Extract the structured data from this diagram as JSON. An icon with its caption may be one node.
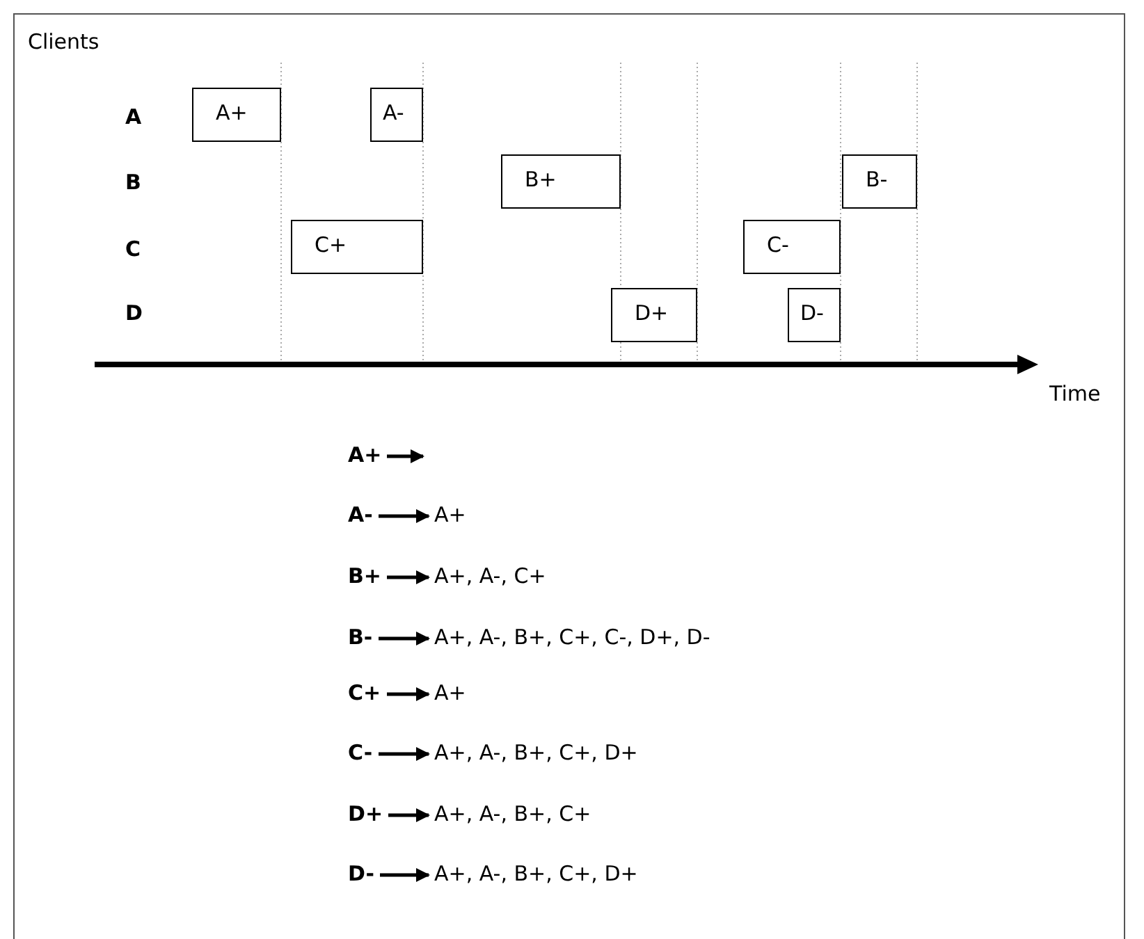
{
  "diagram": {
    "nodes": [
      {
        "text": [
          "A+"
        ]
      },
      {
        "text": [
          "A-"
        ]
      },
      {
        "text": [
          "B+"
        ]
      },
      {
        "text": [
          "B-"
        ]
      },
      {
        "text": [
          "C+"
        ]
      },
      {
        "text": [
          "C-"
        ]
      },
      {
        "text": [
          "D+"
        ]
      },
      {
        "text": [
          "D-"
        ]
      },
      {
        "text": [
          "A+"
        ]
      },
      {
        "text": [
          "A-"
        ]
      },
      {
        "text": [
          "A+"
        ]
      },
      {
        "text": [
          "B+"
        ]
      },
      {
        "text": [
          "A+, A-, C+"
        ]
      },
      {
        "text": [
          "B-"
        ]
      },
      {
        "text": [
          "A+, A-, B+, C+, C-, D+, D-"
        ]
      },
      {
        "text": [
          "C+"
        ]
      },
      {
        "text": [
          "A+"
        ]
      },
      {
        "text": [
          "C-"
        ]
      },
      {
        "text": [
          "A+, A-, B+, C+, D+"
        ]
      },
      {
        "text": [
          "D+"
        ]
      },
      {
        "text": [
          "A+, A-, B+, C+"
        ]
      },
      {
        "text": [
          "D-"
        ]
      },
      {
        "text": [
          "A+, A-, B+, C+, D+"
        ]
      }
    ],
    "edges": [
      {
        "from": 8,
        "to": null,
        "arrow": "to"
      },
      {
        "from": 9,
        "to": 10,
        "arrow": "to"
      },
      {
        "from": 11,
        "to": 12,
        "arrow": "to"
      },
      {
        "from": 13,
        "to": 14,
        "arrow": "to"
      },
      {
        "from": 15,
        "to": 16,
        "arrow": "to"
      },
      {
        "from": 17,
        "to": 18,
        "arrow": "to"
      },
      {
        "from": 19,
        "to": 20,
        "arrow": "to"
      },
      {
        "from": 21,
        "to": 22,
        "arrow": "to"
      }
    ],
    "labels": [
      "Clients",
      "A",
      "B",
      "C",
      "D",
      "Time"
    ]
  }
}
